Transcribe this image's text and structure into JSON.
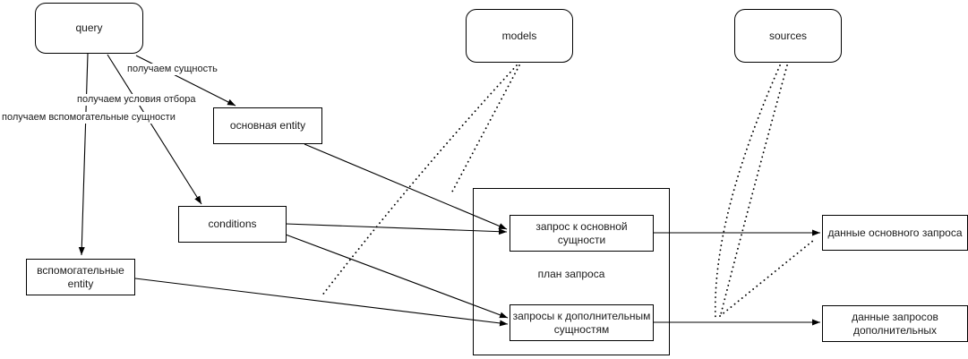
{
  "diagram": {
    "nodes": {
      "query": {
        "label": "query"
      },
      "models": {
        "label": "models"
      },
      "sources": {
        "label": "sources"
      },
      "main_entity": {
        "label": "основная entity"
      },
      "conditions": {
        "label": "conditions"
      },
      "aux_entity": {
        "lines": [
          "вспомогательные",
          "entity"
        ]
      },
      "query_plan": {
        "label": "план запроса"
      },
      "main_query": {
        "lines": [
          "запрос к основной",
          "сущности"
        ]
      },
      "additional_queries": {
        "lines": [
          "запросы к дополнительным",
          "сущностям"
        ]
      },
      "main_query_data": {
        "label": "данные основного запроса"
      },
      "additional_query_data": {
        "lines": [
          "данные запросов",
          "дополнительных"
        ]
      }
    },
    "edge_labels": {
      "get_entity": "получаем сущность",
      "get_conditions": "получаем условия отбора",
      "get_aux_entities": "получаем вспомогательные сущности"
    },
    "colors": {
      "stroke": "#000000",
      "text": "#1a1a1a",
      "background": "#ffffff"
    }
  }
}
